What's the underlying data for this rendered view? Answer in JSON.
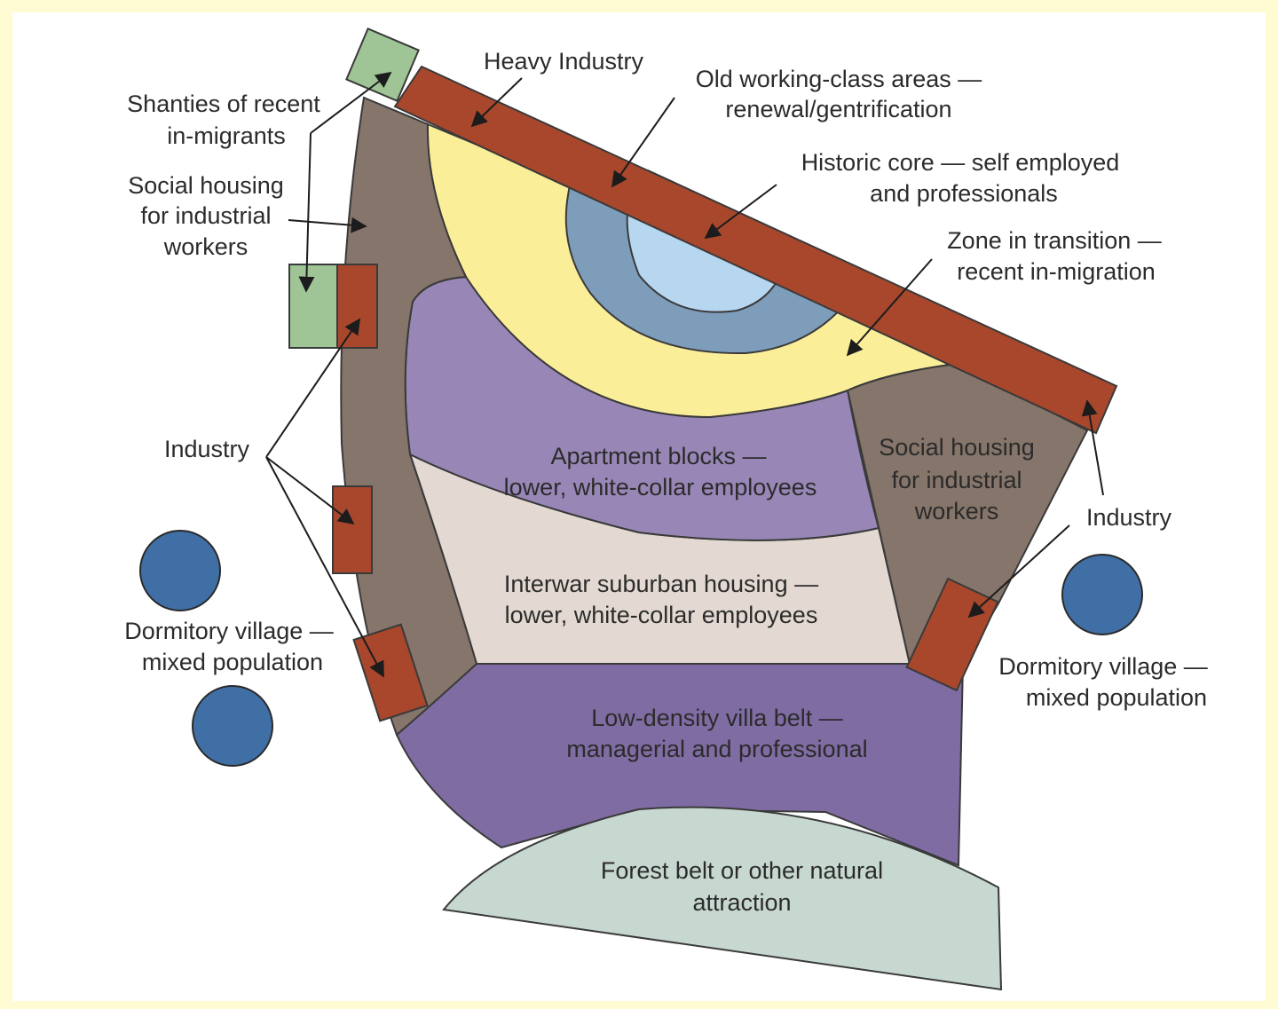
{
  "colors": {
    "background": "#fffbd2",
    "heavy_industry": "#a8472c",
    "shanties": "#9fc596",
    "social_housing": "#85756b",
    "old_working_class": "#7e9dba",
    "historic_core": "#b7d6ef",
    "zone_in_transition": "#fbee99",
    "apartment_blocks": "#9887b6",
    "interwar_suburban": "#e3d9d2",
    "villa_belt": "#7f6ca3",
    "forest_belt": "#c7d8d0",
    "dormitory_village": "#3f6fa5"
  },
  "labels": {
    "heavy_industry": "Heavy Industry",
    "old_working_class": [
      "Old working-class areas —",
      "renewal/gentrification"
    ],
    "historic_core": [
      "Historic core — self employed",
      "and professionals"
    ],
    "zone_in_transition": [
      "Zone in transition —",
      "recent in-migration"
    ],
    "shanties": [
      "Shanties of recent",
      "in-migrants"
    ],
    "social_housing_left": [
      "Social housing",
      "for industrial",
      "workers"
    ],
    "industry_left": "Industry",
    "apartment_blocks": [
      "Apartment blocks —",
      "lower, white-collar employees"
    ],
    "social_housing_right": [
      "Social housing",
      "for industrial",
      "workers"
    ],
    "industry_right": "Industry",
    "interwar_suburban": [
      "Interwar suburban housing —",
      "lower, white-collar employees"
    ],
    "dormitory_left": [
      "Dormitory village —",
      "mixed population"
    ],
    "dormitory_right": [
      "Dormitory village —",
      "mixed population"
    ],
    "villa_belt": [
      "Low-density villa belt —",
      "managerial and professional"
    ],
    "forest_belt": [
      "Forest belt or other natural",
      "attraction"
    ]
  }
}
